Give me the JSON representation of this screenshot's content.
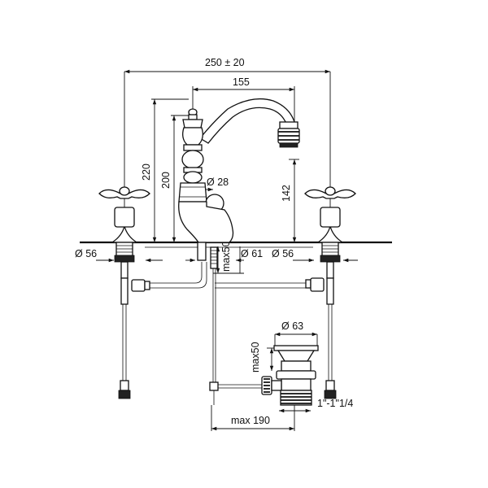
{
  "dimensions": {
    "overall_width": "250 ± 20",
    "spout_reach": "155",
    "total_height": "220",
    "body_height": "200",
    "knob_diameter": "Ø 28",
    "spout_height": "142",
    "left_base_diameter": "Ø 56",
    "center_base_diameter": "Ø 61",
    "right_base_diameter": "Ø 56",
    "deck_thickness": "max50",
    "waste_diameter": "Ø 63",
    "waste_max_depth": "max50",
    "waste_thread": "1\"-1\"1/4",
    "rod_max_length": "max 190"
  }
}
